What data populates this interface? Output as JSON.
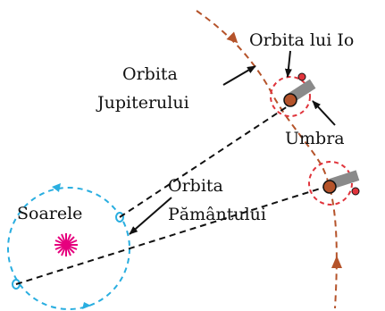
{
  "labels": {
    "io_orbit": "Orbita lui Io",
    "jupiter_orbit_line1": "Orbita",
    "jupiter_orbit_line2": "Jupiterului",
    "shadow": "Umbra",
    "earth_orbit_line1": "Orbita",
    "earth_orbit_line2": "Pământului",
    "sun": "Soarele"
  },
  "colors": {
    "earth_orbit": "#29aee0",
    "jupiter_orbit": "#b5532a",
    "io_orbit": "#e0343c",
    "jupiter": "#b5532a",
    "io": "#e0343c",
    "shadow": "#8a8a8a",
    "sun": "#e6007e",
    "lines": "#111111"
  }
}
